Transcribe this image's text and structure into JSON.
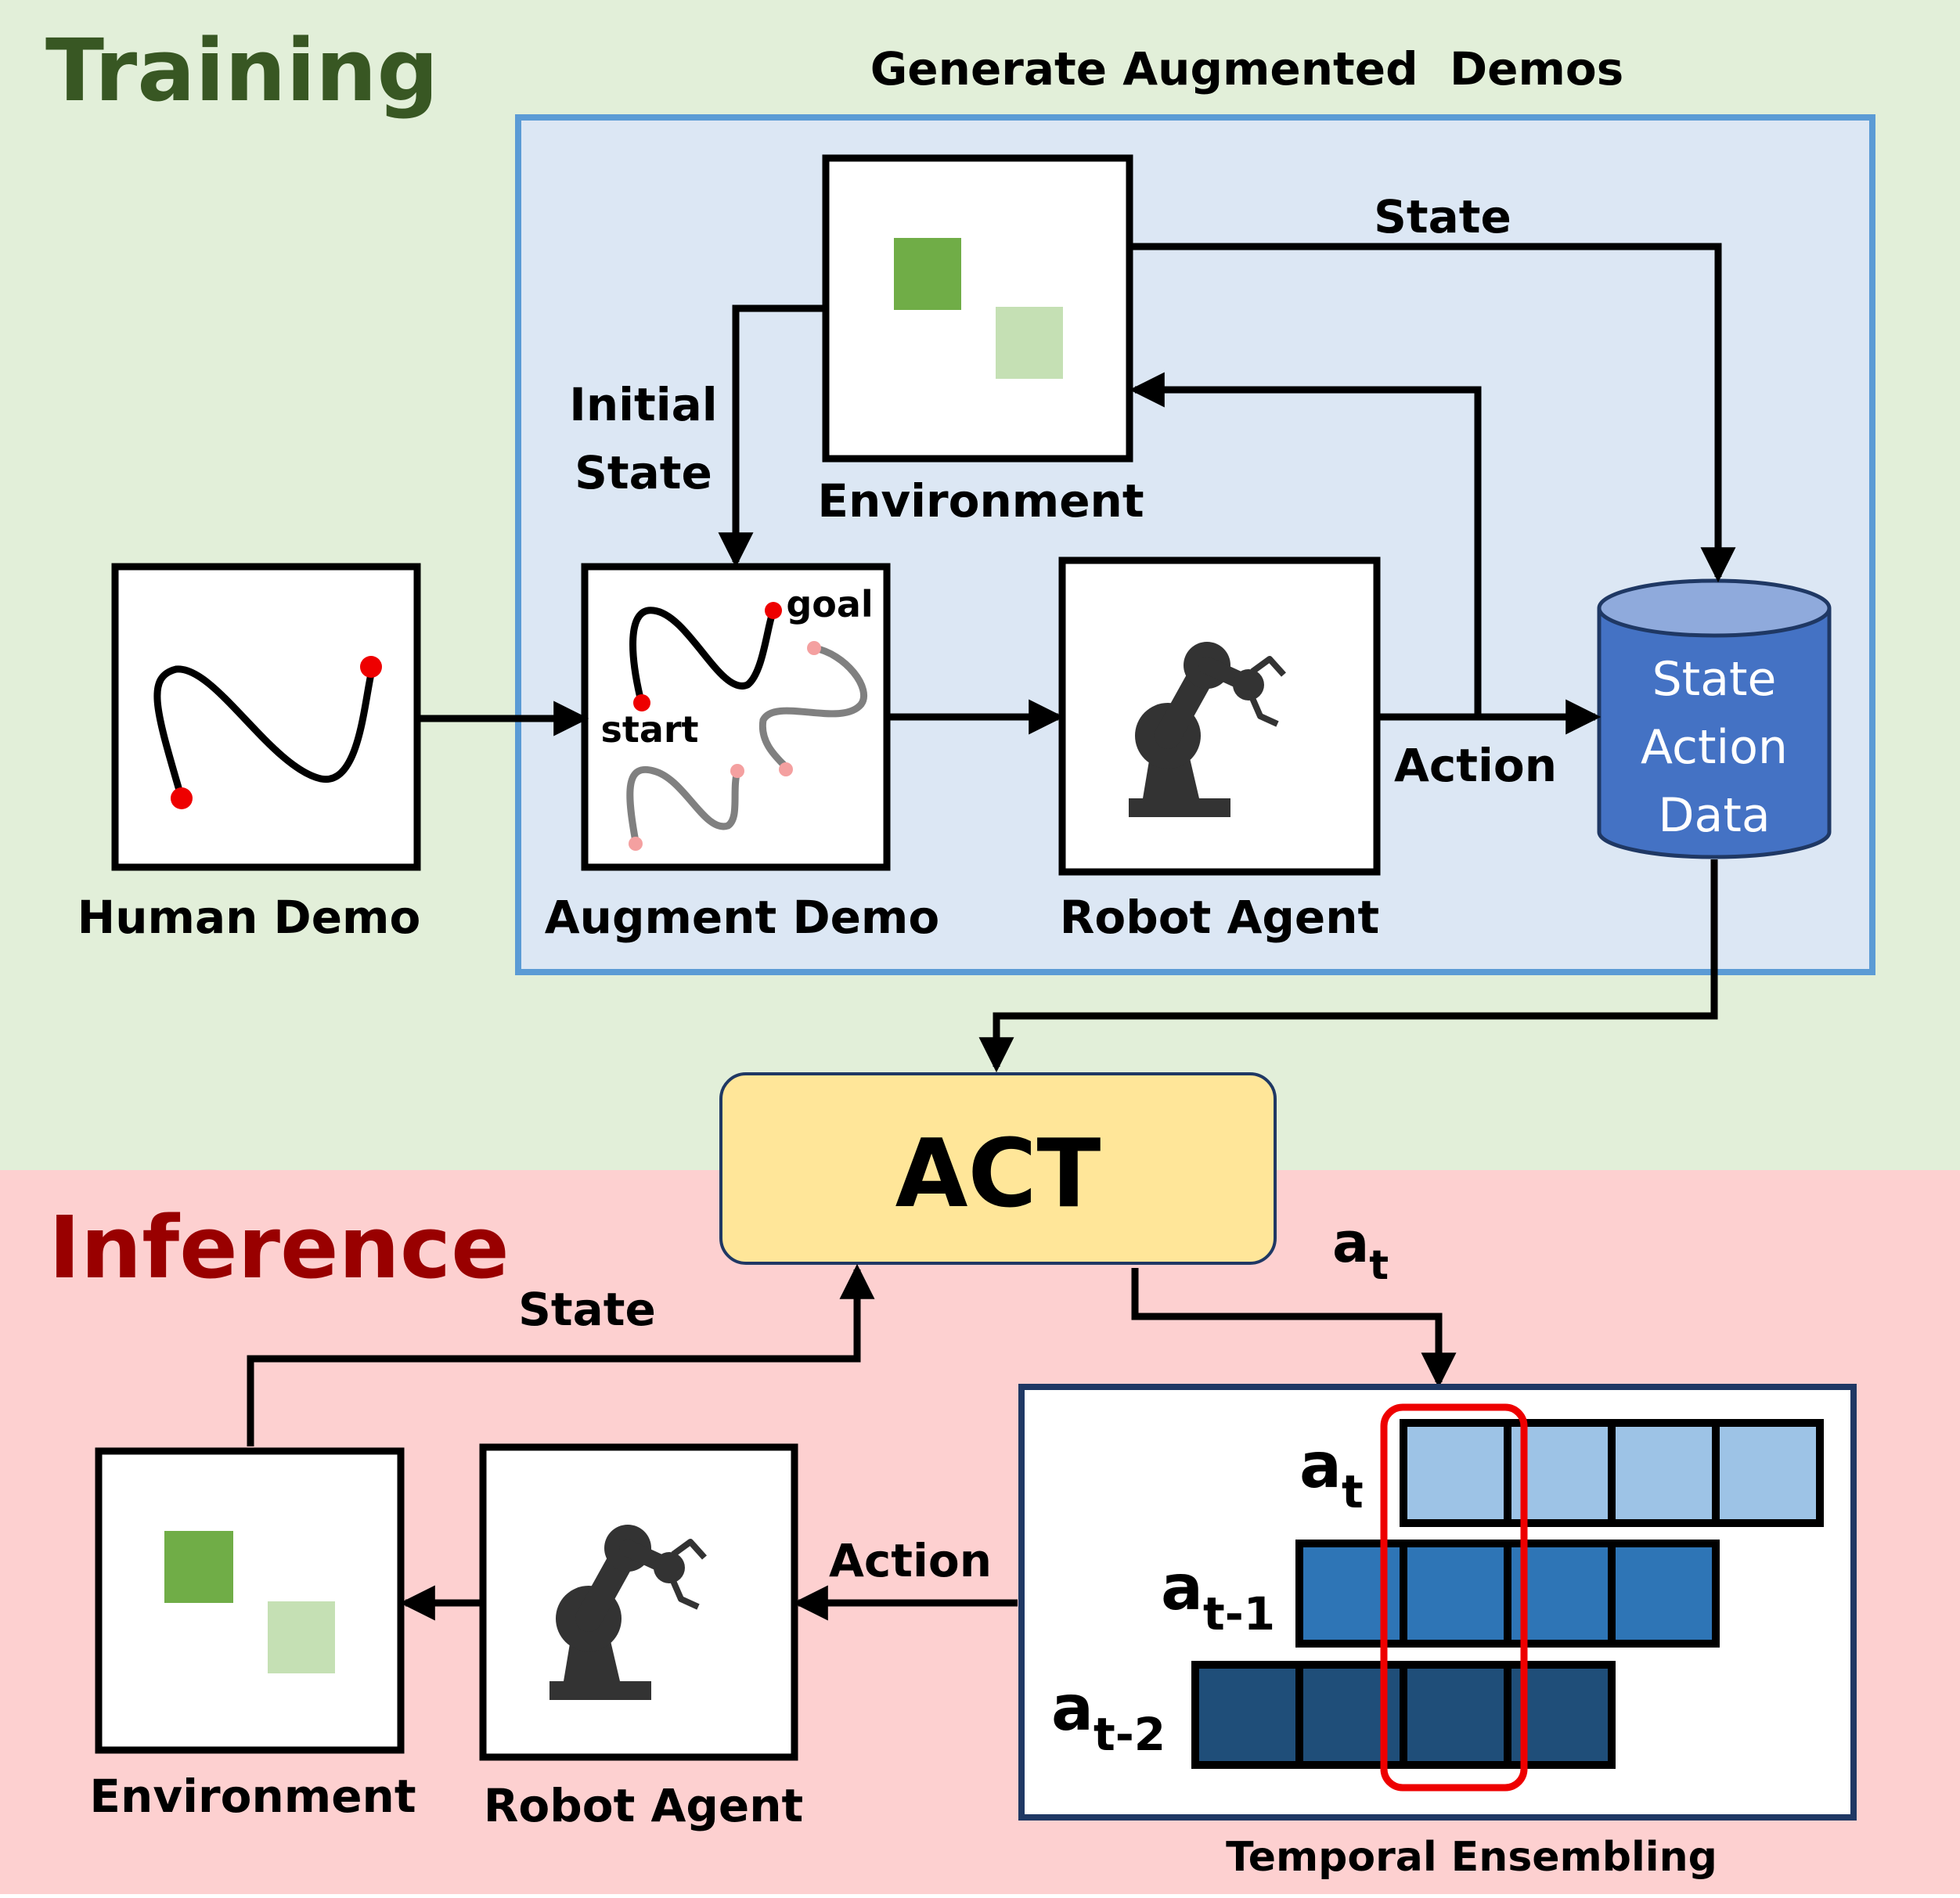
{
  "training": {
    "heading": "Training",
    "generate_title": "Generate Augmented  Demos",
    "initial_state_line1": "Initial",
    "initial_state_line2": "State",
    "state_label": "State",
    "action_label": "Action",
    "human_demo": {
      "label": "Human Demo"
    },
    "augment_demo": {
      "label": "Augment Demo",
      "goal": "goal",
      "start": "start"
    },
    "environment": {
      "label": "Environment"
    },
    "robot_agent": {
      "label": "Robot Agent"
    },
    "database": {
      "line1": "State",
      "line2": "Action",
      "line3": "Data"
    }
  },
  "act": {
    "label": "ACT"
  },
  "inference": {
    "heading": "Inference",
    "state_label": "State",
    "action_label": "Action",
    "at_main": "a",
    "at_sub": "t",
    "environment": {
      "label": "Environment"
    },
    "robot_agent": {
      "label": "Robot Agent"
    },
    "ensembling": {
      "label": "Temporal Ensembling",
      "rows": [
        {
          "main": "a",
          "sub": "t"
        },
        {
          "main": "a",
          "sub": "t-1"
        },
        {
          "main": "a",
          "sub": "t-2"
        }
      ]
    }
  },
  "colors": {
    "training_bg": "#e2efd9",
    "inference_bg": "#fdd0d0",
    "generate_panel_bg": "#dce7f4",
    "generate_panel_border": "#5b9bd5",
    "training_heading": "#385723",
    "inference_heading": "#990000",
    "act_box": "#ffe699",
    "env_block_dark": "#70ad47",
    "env_block_light": "#c5e0b4",
    "database_fill": "#4472c4",
    "row_t": "#9dc3e6",
    "row_t1": "#2e75b6",
    "row_t2": "#1f4e79",
    "highlight": "#ee0000",
    "demo_point": "#ee0000",
    "alt_point": "#f4a0a0"
  }
}
